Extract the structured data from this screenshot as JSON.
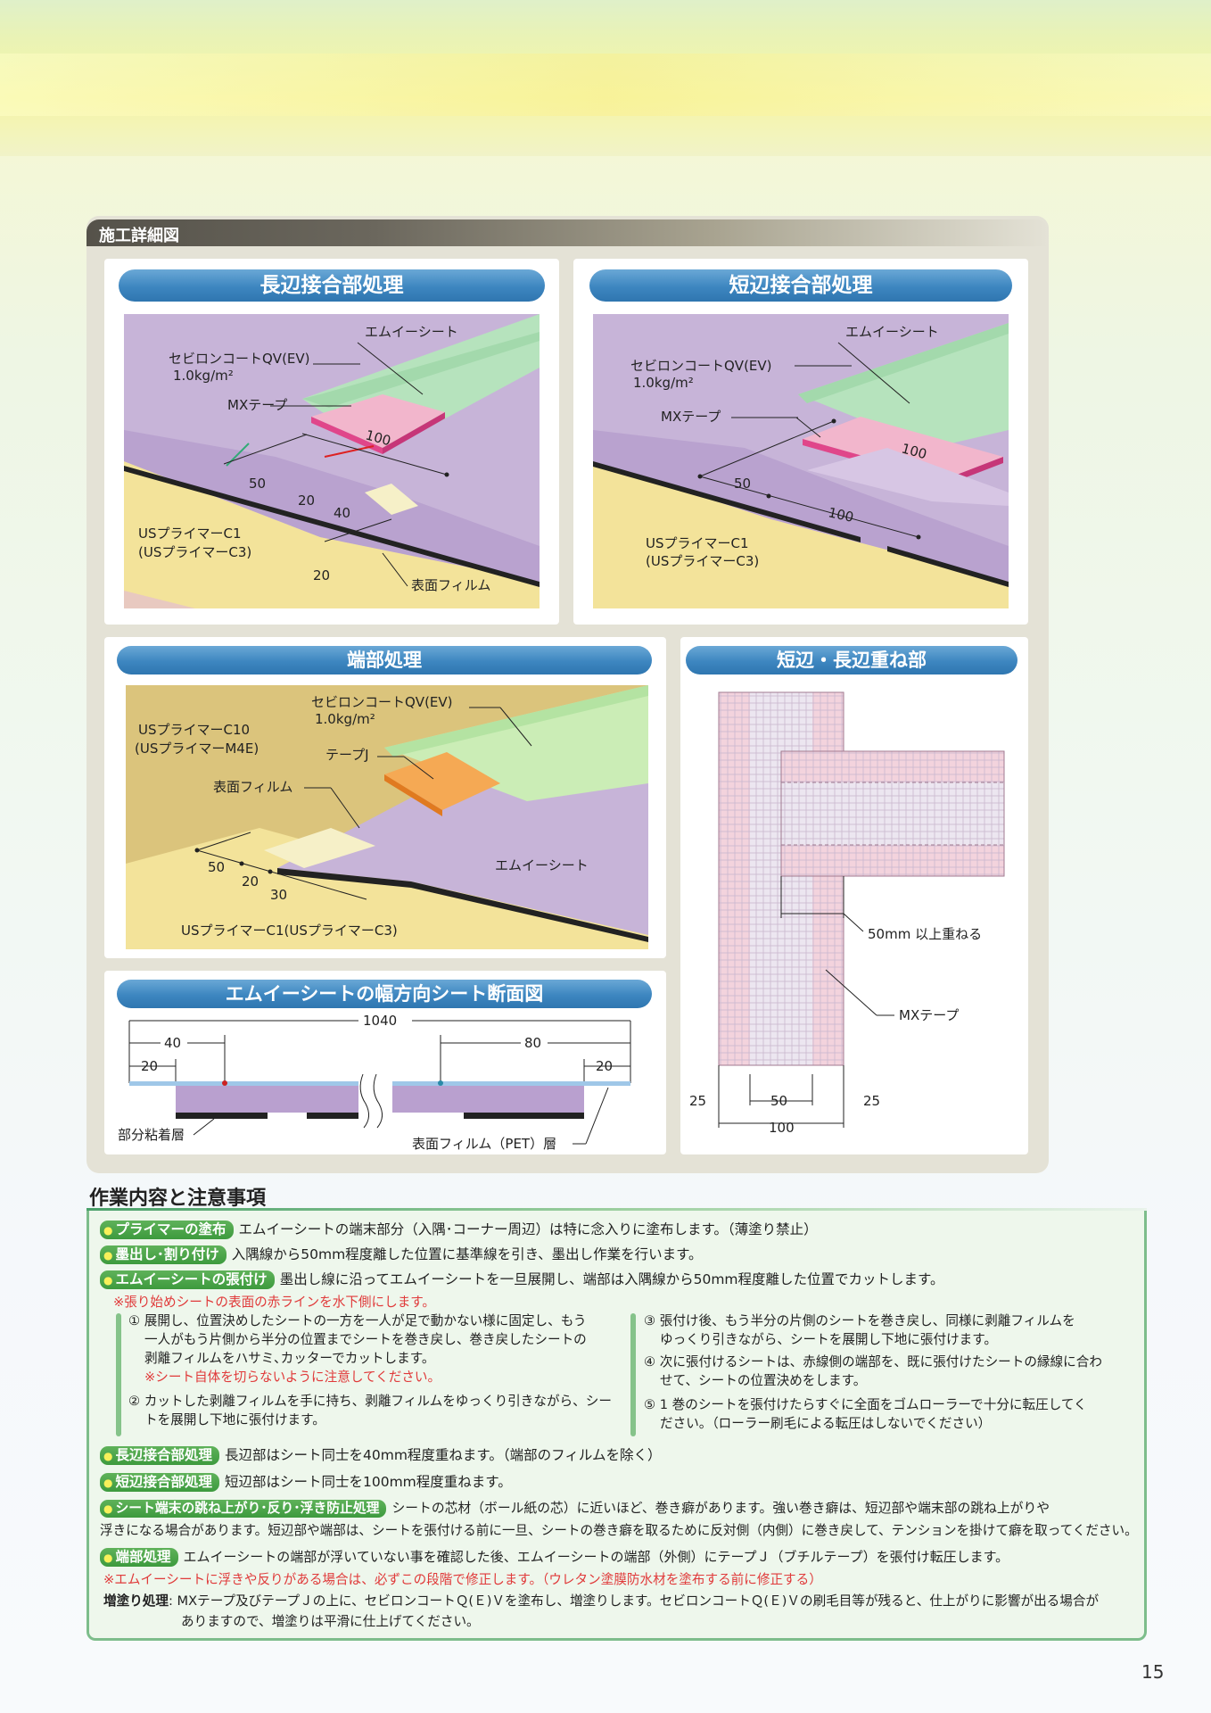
{
  "section_title": "施工詳細図",
  "diagrams": {
    "long_edge": {
      "title": "長辺接合部処理",
      "em_sheet": "エムイーシート",
      "coat": "セビロンコートQV(EV)",
      "coat_amount": "1.0kg/m²",
      "mx_tape": "MXテープ",
      "primer": "USプライマーC1",
      "primer_alt": "(USプライマーC3)",
      "film": "表面フィルム",
      "d100": "100",
      "d50": "50",
      "d20a": "20",
      "d40": "40",
      "d20b": "20"
    },
    "short_edge": {
      "title": "短辺接合部処理",
      "em_sheet": "エムイーシート",
      "coat": "セビロンコートQV(EV)",
      "coat_amount": "1.0kg/m²",
      "mx_tape": "MXテープ",
      "primer": "USプライマーC1",
      "primer_alt": "(USプライマーC3)",
      "d100a": "100",
      "d50": "50",
      "d100b": "100"
    },
    "end": {
      "title": "端部処理",
      "coat": "セビロンコートQV(EV)",
      "coat_amount": "1.0kg/m²",
      "primer": "USプライマーC10",
      "primer_alt": "(USプライマーM4E)",
      "tape_j": "テープJ",
      "film": "表面フィルム",
      "em_sheet": "エムイーシート",
      "bottom_primer": "USプライマーC1(USプライマーC3)",
      "d50": "50",
      "d20": "20",
      "d30": "30"
    },
    "overlap": {
      "title": "短辺・長辺重ね部",
      "overlap_note": "50mm 以上重ねる",
      "mx_tape": "MXテープ",
      "d25a": "25",
      "d50": "50",
      "d25b": "25",
      "d100": "100"
    },
    "section": {
      "title": "エムイーシートの幅方向シート断面図",
      "d1040": "1040",
      "d40": "40",
      "d80": "80",
      "d20a": "20",
      "d20b": "20",
      "adhesive": "部分粘着層",
      "film": "表面フィルム（PET）層"
    }
  },
  "notes": {
    "heading": "作業内容と注意事項",
    "primer": {
      "tag": "プライマーの塗布",
      "text": "エムイーシートの端末部分（入隅･コーナー周辺）は特に念入りに塗布します。（薄塗り禁止）"
    },
    "marking": {
      "tag": "墨出し･割り付け",
      "text": "入隅線から50mm程度離した位置に基準線を引き、墨出し作業を行います。"
    },
    "apply": {
      "tag": "エムイーシートの張付け",
      "text": "墨出し線に沿ってエムイーシートを一旦展開し、端部は入隅線から50mm程度離した位置でカットします。"
    },
    "red_line": "※張り始めシートの表面の赤ラインを水下側にします。",
    "step1": [
      "① 展開し、位置決めしたシートの一方を一人が足で動かない様に固定し、もう",
      "一人がもう片側から半分の位置までシートを巻き戻し、巻き戻したシートの",
      "剥離フィルムをハサミ､カッターでカットします。"
    ],
    "step1_warn": "※シート自体を切らないように注意してください。",
    "step2": [
      "② カットした剥離フィルムを手に持ち、剥離フィルムをゆっくり引きながら、シー",
      "トを展開し下地に張付けます。"
    ],
    "step3": [
      "③ 張付け後、もう半分の片側のシートを巻き戻し、同様に剥離フィルムを",
      "ゆっくり引きながら、シートを展開し下地に張付けます。"
    ],
    "step4": [
      "④ 次に張付けるシートは、赤線側の端部を、既に張付けたシートの縁線に合わ",
      "せて、シートの位置決めをします。"
    ],
    "step5": [
      "⑤ 1 巻のシートを張付けたらすぐに全面をゴムローラーで十分に転圧してく",
      "ださい。（ローラー刷毛による転圧はしないでください）"
    ],
    "long_joint": {
      "tag": "長辺接合部処理",
      "text": "長辺部はシート同士を40mm程度重ねます。（端部のフィルムを除く）"
    },
    "short_joint": {
      "tag": "短辺接合部処理",
      "text": "短辺部はシート同士を100mm程度重ねます。"
    },
    "curl": {
      "tag": "シート端末の跳ね上がり･反り･浮き防止処理",
      "text": "シートの芯材（ボール紙の芯）に近いほど、巻き癖があります。強い巻き癖は、短辺部や端末部の跳ね上がりや",
      "text2": "浮きになる場合があります。短辺部や端部は、シートを張付ける前に一旦、シートの巻き癖を取るために反対側（内側）に巻き戻して、テンションを掛けて癖を取ってください。"
    },
    "end_treat": {
      "tag": "端部処理",
      "text": "エムイーシートの端部が浮いていない事を確認した後、エムイーシートの端部（外側）にテープＪ（ブチルテープ）を張付け転圧します。"
    },
    "end_warn": "※エムイーシートに浮きや反りがある場合は、必ずこの段階で修正します。（ウレタン塗膜防水材を塗布する前に修正する）",
    "overcoat_label": "増塗り処理",
    "overcoat_text": ": MXテープ及びテープＪの上に、セビロンコートＱ(Ｅ)Ｖを塗布し、増塗りします。セビロンコートＱ(Ｅ)Ｖの刷毛目等が残ると、仕上がりに影響が出る場合が",
    "overcoat_text2": "ありますので、増塗りは平滑に仕上げてください。"
  },
  "page_number": "15"
}
